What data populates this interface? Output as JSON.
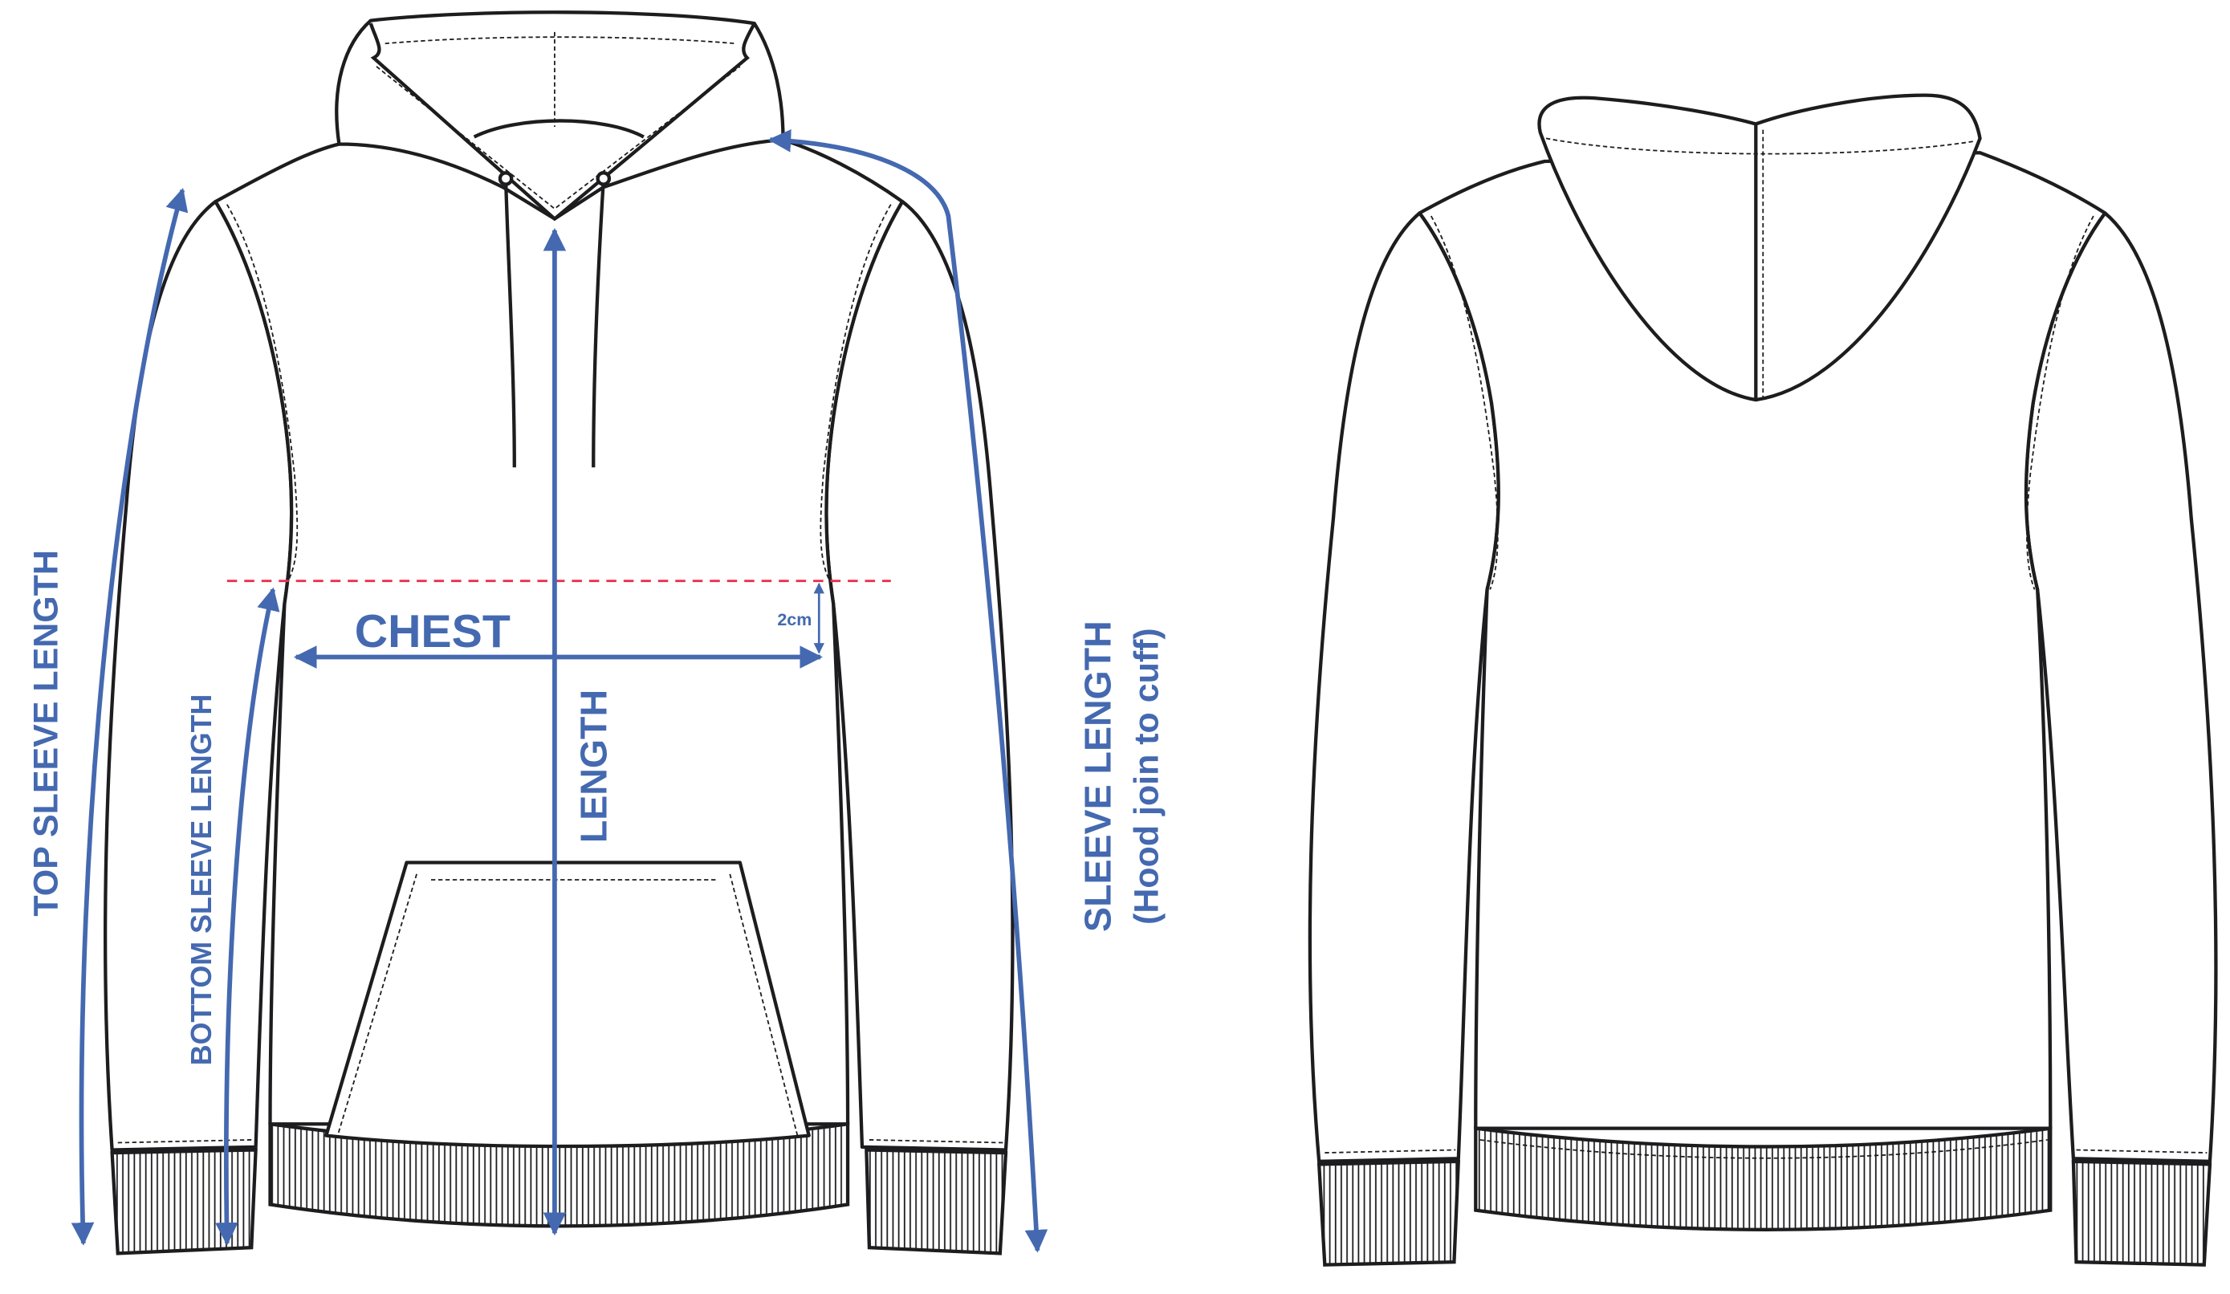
{
  "colors": {
    "measure": "#4469b0",
    "chest_guide": "#e8304f",
    "outline": "#1d1d1f"
  },
  "front_view": {
    "labels": {
      "top_sleeve": "TOP SLEEVE LENGTH",
      "bottom_sleeve": "BOTTOM SLEEVE LENGTH",
      "length": "LENGTH",
      "chest": "CHEST",
      "offset": "2cm",
      "sleeve": "SLEEVE LENGTH",
      "sleeve_note": "(Hood join to cuff)"
    }
  },
  "back_view": {}
}
